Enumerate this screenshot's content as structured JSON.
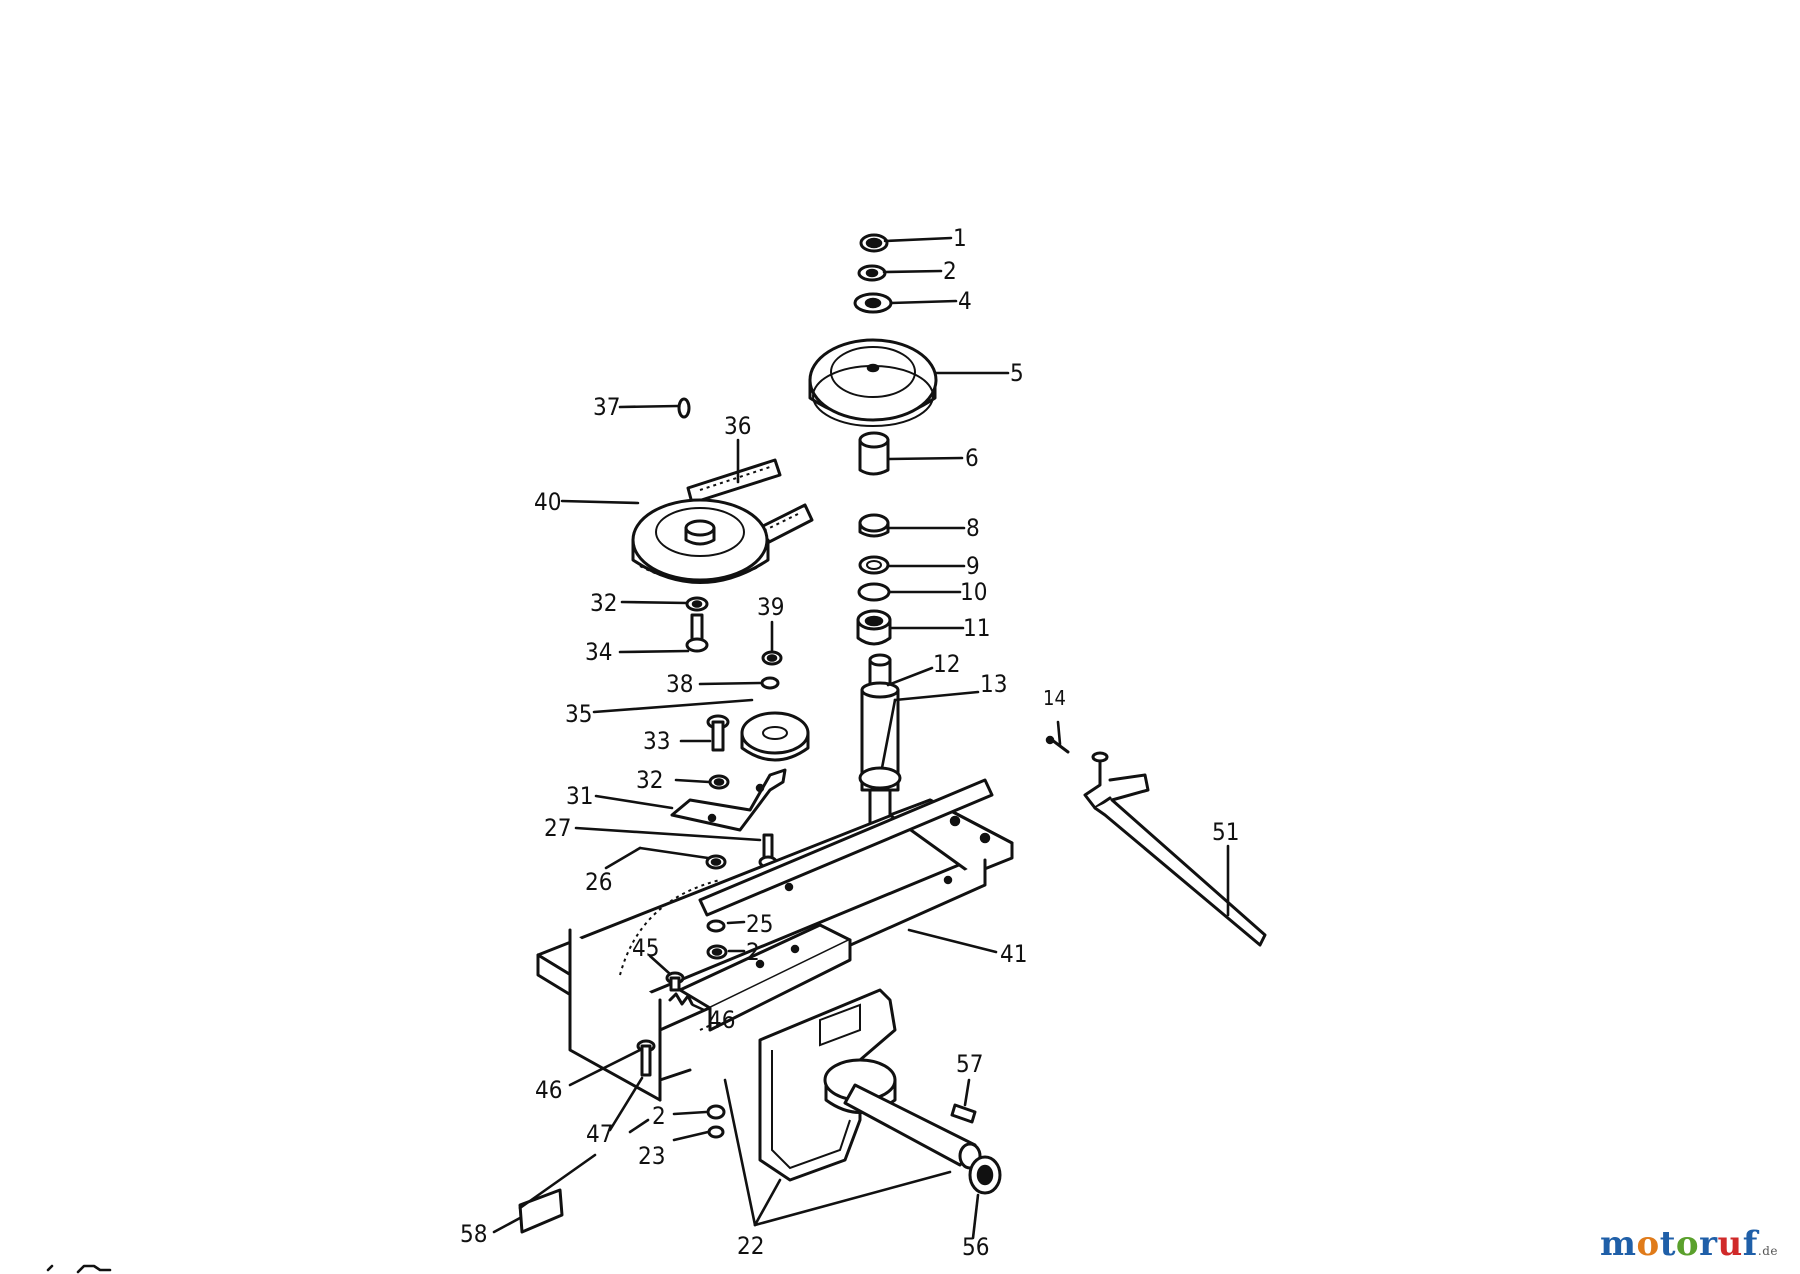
{
  "diagram": {
    "part_numbers": [
      "1",
      "2",
      "4",
      "5",
      "6",
      "8",
      "9",
      "10",
      "11",
      "12",
      "13",
      "14",
      "22",
      "23",
      "25",
      "26",
      "27",
      "31",
      "32",
      "33",
      "34",
      "35",
      "36",
      "37",
      "38",
      "39",
      "40",
      "41",
      "45",
      "46",
      "47",
      "51",
      "56",
      "57",
      "58"
    ],
    "callouts": {
      "p1": "1",
      "p2a": "2",
      "p4": "4",
      "p5": "5",
      "p6": "6",
      "p8": "8",
      "p9": "9",
      "p10": "10",
      "p11": "11",
      "p12": "12",
      "p13": "13",
      "p14": "14",
      "p22": "22",
      "p23": "23",
      "p25": "25",
      "p26": "26",
      "p27": "27",
      "p31": "31",
      "p32a": "32",
      "p32b": "32",
      "p33": "33",
      "p34": "34",
      "p35": "35",
      "p36": "36",
      "p37": "37",
      "p38": "38",
      "p39": "39",
      "p40": "40",
      "p41": "41",
      "p45": "45",
      "p46a": "46",
      "p46b": "46",
      "p47": "47",
      "p2b": "2",
      "p2c": "2",
      "p51": "51",
      "p56": "56",
      "p57": "57",
      "p58": "58"
    }
  },
  "logo": {
    "letters": [
      {
        "ch": "m",
        "color": "#1f5fa8"
      },
      {
        "ch": "o",
        "color": "#e07b1a"
      },
      {
        "ch": "t",
        "color": "#1f5fa8"
      },
      {
        "ch": "o",
        "color": "#5aa02c"
      },
      {
        "ch": "r",
        "color": "#1f5fa8"
      },
      {
        "ch": "u",
        "color": "#d02a2a"
      },
      {
        "ch": "f",
        "color": "#1f5fa8"
      }
    ],
    "suffix": ".de"
  }
}
